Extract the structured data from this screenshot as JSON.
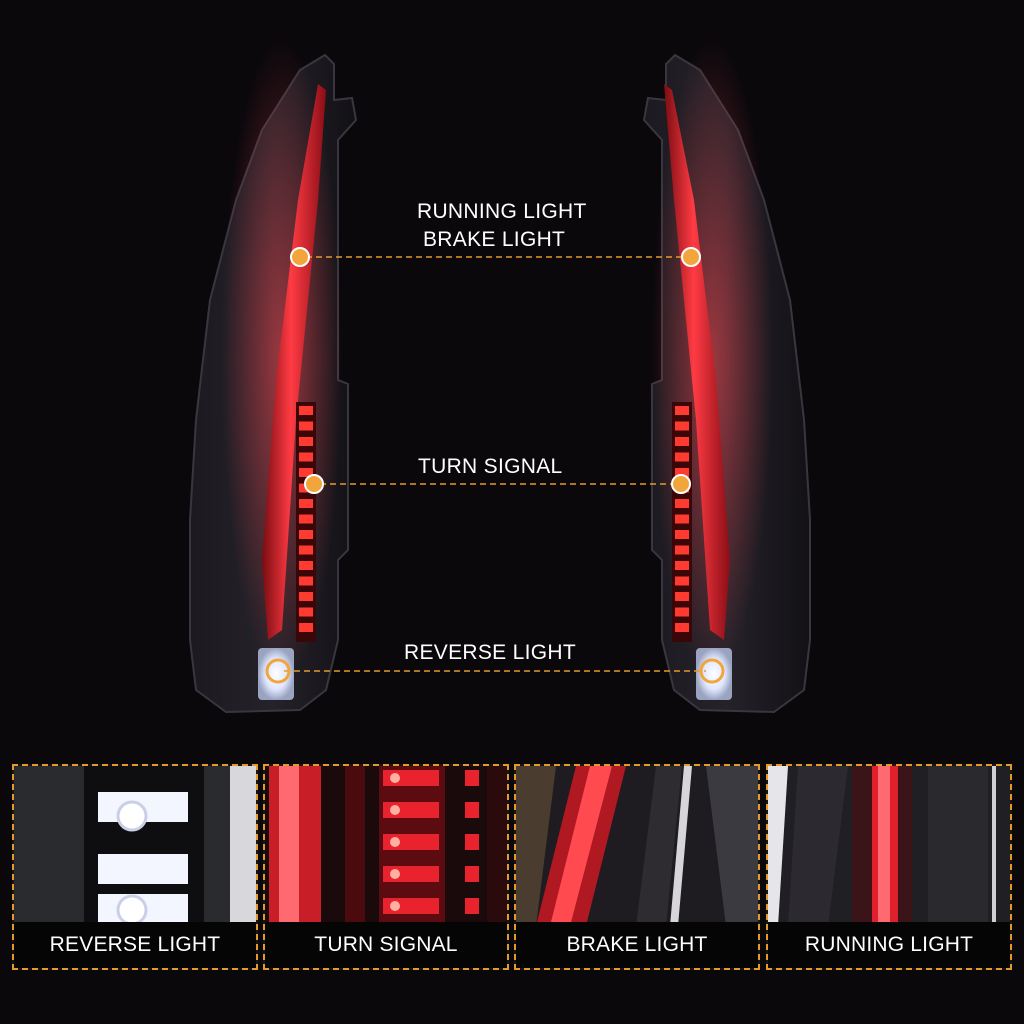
{
  "callouts": {
    "running_light": "RUNNING LIGHT",
    "brake_light": "BRAKE LIGHT",
    "turn_signal": "TURN SIGNAL",
    "reverse_light": "REVERSE LIGHT"
  },
  "panels": [
    {
      "label": "REVERSE LIGHT"
    },
    {
      "label": "TURN SIGNAL"
    },
    {
      "label": "BRAKE LIGHT"
    },
    {
      "label": "RUNNING LIGHT"
    }
  ],
  "colors": {
    "background": "#0b080c",
    "accent_orange": "#e39a2c",
    "led_red": "#e8232e",
    "reverse_white": "#ffffff"
  }
}
